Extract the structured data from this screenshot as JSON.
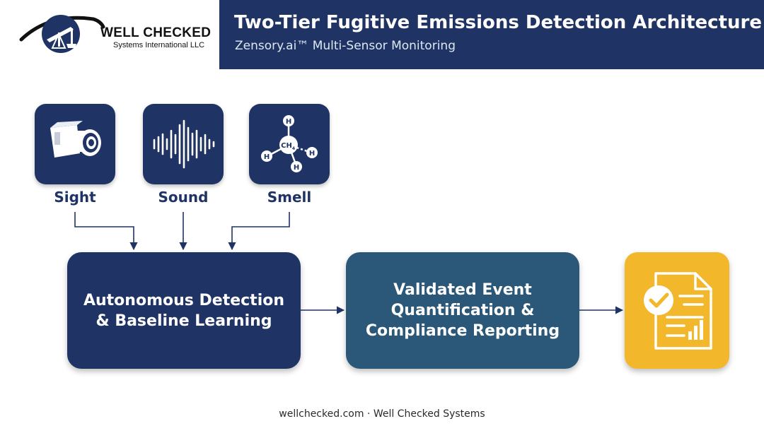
{
  "header": {
    "title": "Two-Tier Fugitive Emissions Detection Architecture",
    "subtitle": "Zensory.ai™ Multi-Sensor Monitoring"
  },
  "logo": {
    "name": "WELL CHECKED",
    "tagline": "Systems International LLC"
  },
  "sensors": [
    {
      "label": "Sight",
      "icon": "camera-icon"
    },
    {
      "label": "Sound",
      "icon": "sound-wave-icon"
    },
    {
      "label": "Smell",
      "icon": "methane-molecule-icon"
    }
  ],
  "molecule": {
    "center": "CH",
    "subscript": "4",
    "atom": "H"
  },
  "stages": {
    "detect": {
      "line1": "Autonomous Detection",
      "line2": "& Baseline Learning"
    },
    "validate": {
      "line1": "Validated Event",
      "line2": "Quantification &",
      "line3": "Compliance Reporting"
    },
    "report": {
      "icon": "compliance-report-icon"
    }
  },
  "footer": "wellchecked.com · Well Checked Systems",
  "colors": {
    "navy": "#1f3464",
    "teal": "#2b5878",
    "gold": "#f2b72a",
    "white": "#ffffff"
  }
}
